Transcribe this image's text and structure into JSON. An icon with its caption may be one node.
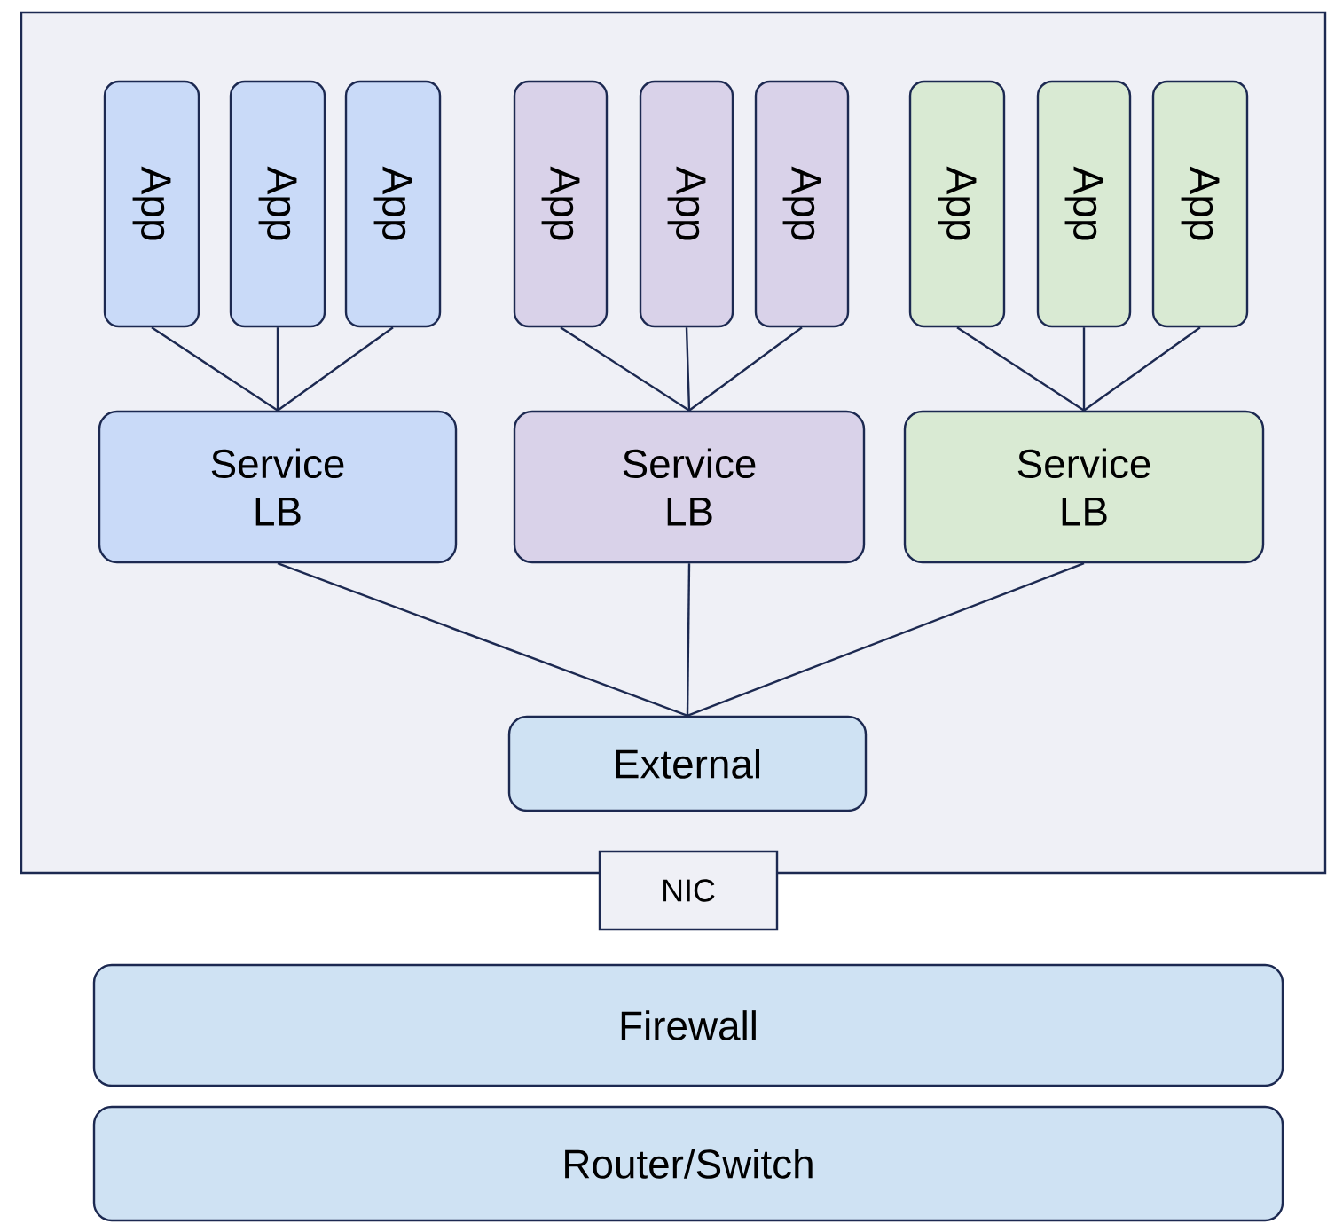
{
  "diagram": {
    "nodes": [
      {
        "text": [],
        "shape": "box"
      },
      {
        "text": [
          "App"
        ],
        "in": 0
      },
      {
        "text": [
          "App"
        ],
        "in": 0
      },
      {
        "text": [
          "App"
        ],
        "in": 0
      },
      {
        "text": [
          "App"
        ],
        "in": 0
      },
      {
        "text": [
          "App"
        ],
        "in": 0
      },
      {
        "text": [
          "App"
        ],
        "in": 0
      },
      {
        "text": [
          "App"
        ],
        "in": 0
      },
      {
        "text": [
          "App"
        ],
        "in": 0
      },
      {
        "text": [
          "App"
        ],
        "in": 0
      },
      {
        "text": [
          "Service LB"
        ],
        "in": 0
      },
      {
        "text": [
          "Service LB"
        ],
        "in": 0
      },
      {
        "text": [
          "Service LB"
        ],
        "in": 0
      },
      {
        "text": [
          "External"
        ],
        "in": 0
      },
      {
        "text": [
          "NIC"
        ]
      },
      {
        "text": [
          "Firewall"
        ]
      },
      {
        "text": [
          "Router/Switch"
        ]
      }
    ],
    "edges": [
      {
        "from": 1,
        "to": 10,
        "arrow": "none"
      },
      {
        "from": 2,
        "to": 10,
        "arrow": "none"
      },
      {
        "from": 3,
        "to": 10,
        "arrow": "none"
      },
      {
        "from": 4,
        "to": 11,
        "arrow": "none"
      },
      {
        "from": 5,
        "to": 11,
        "arrow": "none"
      },
      {
        "from": 6,
        "to": 11,
        "arrow": "none"
      },
      {
        "from": 7,
        "to": 12,
        "arrow": "none"
      },
      {
        "from": 8,
        "to": 12,
        "arrow": "none"
      },
      {
        "from": 9,
        "to": 12,
        "arrow": "none"
      },
      {
        "from": 10,
        "to": 13,
        "arrow": "none"
      },
      {
        "from": 11,
        "to": 13,
        "arrow": "none"
      },
      {
        "from": 12,
        "to": 13,
        "arrow": "none"
      }
    ]
  }
}
